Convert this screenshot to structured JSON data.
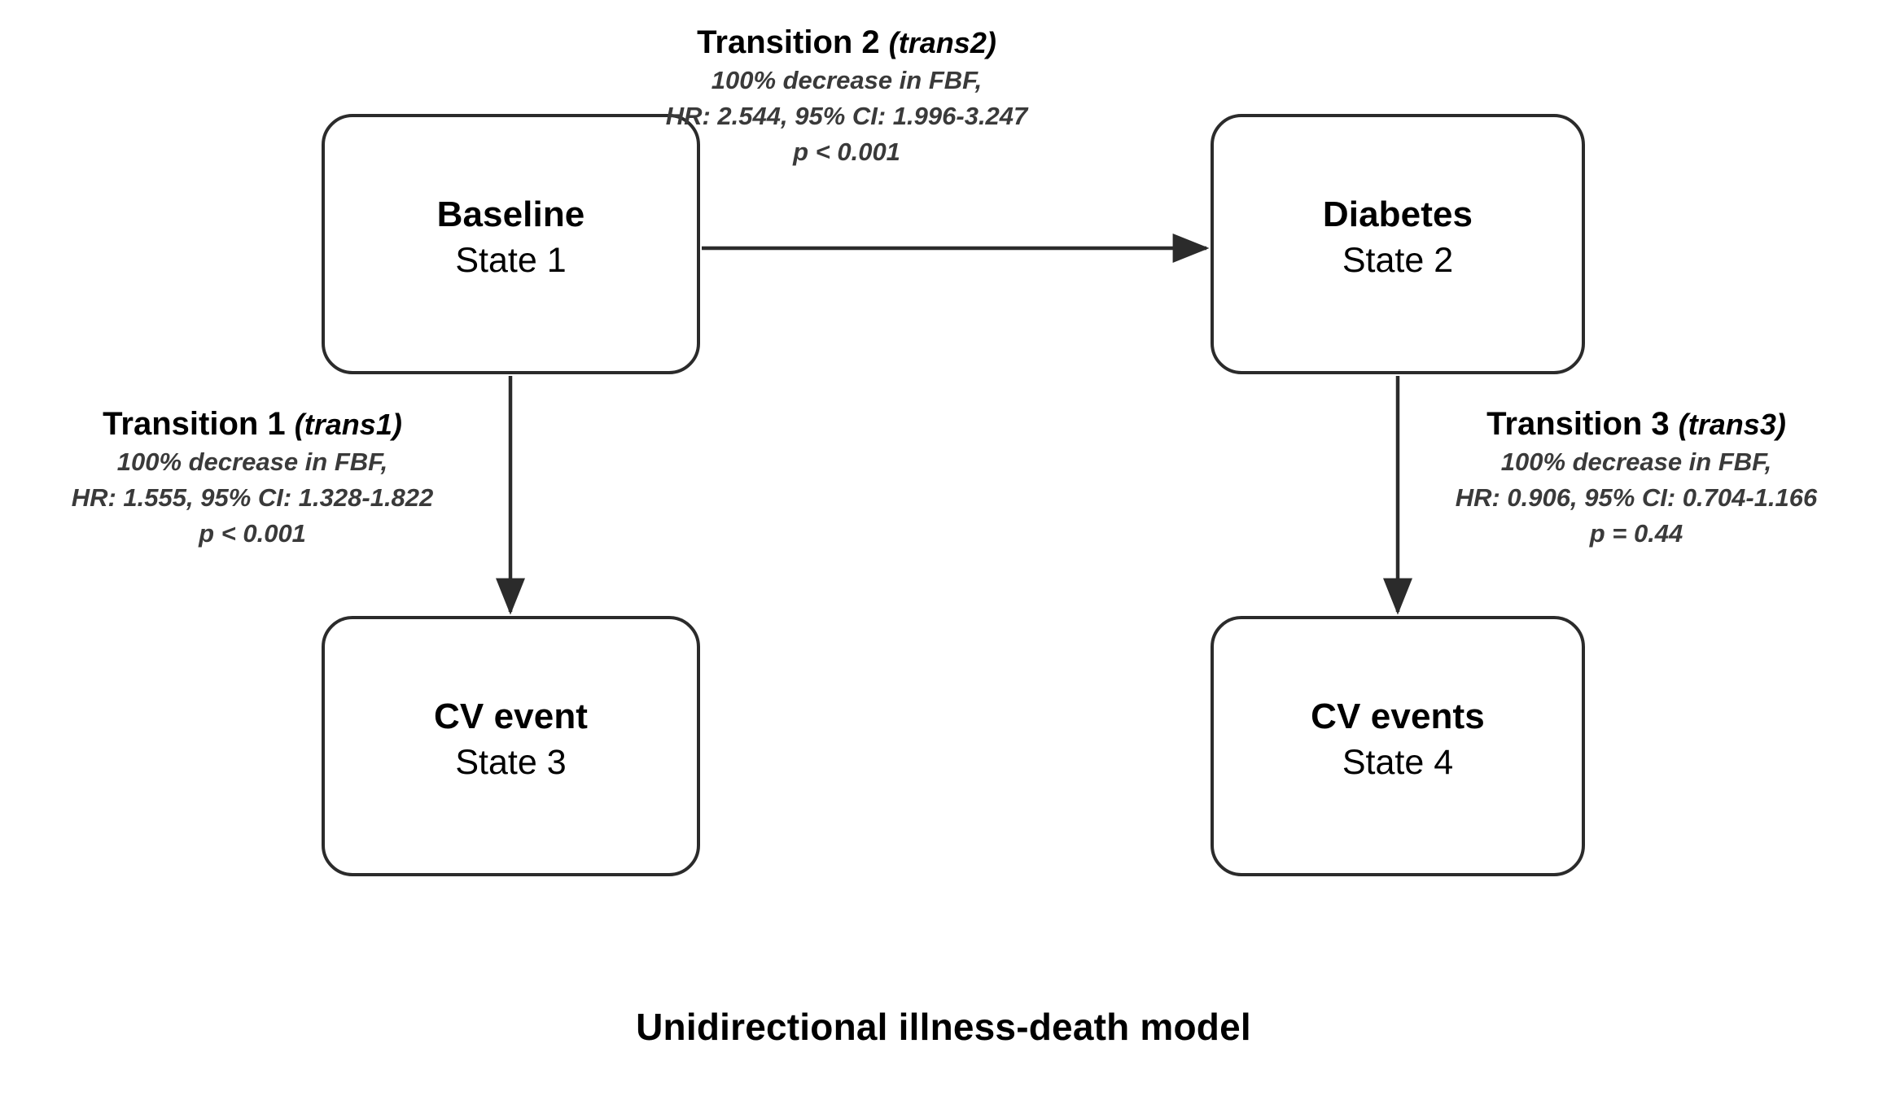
{
  "caption": "Unidirectional illness-death model",
  "states": [
    {
      "key": "state1",
      "name": "Baseline",
      "id": "State 1"
    },
    {
      "key": "state2",
      "name": "Diabetes",
      "id": "State 2"
    },
    {
      "key": "state3",
      "name": "CV event",
      "id": "State 3"
    },
    {
      "key": "state4",
      "name": "CV events",
      "id": "State 4"
    }
  ],
  "transitions": [
    {
      "key": "trans1",
      "title": "Transition 1",
      "code": "(trans1)",
      "exposure": "100% decrease in FBF,",
      "effect": "HR: 1.555, 95% CI: 1.328-1.822",
      "pvalue": "p < 0.001",
      "from": "State 1",
      "to": "State 3"
    },
    {
      "key": "trans2",
      "title": "Transition 2",
      "code": "(trans2)",
      "exposure": "100% decrease in FBF,",
      "effect": "HR: 2.544, 95% CI: 1.996-3.247",
      "pvalue": "p < 0.001",
      "from": "State 1",
      "to": "State 2"
    },
    {
      "key": "trans3",
      "title": "Transition 3",
      "code": "(trans3)",
      "exposure": "100% decrease in FBF,",
      "effect": "HR: 0.906, 95% CI: 0.704-1.166",
      "pvalue": "p = 0.44",
      "from": "State 2",
      "to": "State 4"
    }
  ],
  "colors": {
    "stroke": "#2b2b2b",
    "text": "#000000",
    "detail_text": "#3a3a3a",
    "background": "#ffffff"
  }
}
